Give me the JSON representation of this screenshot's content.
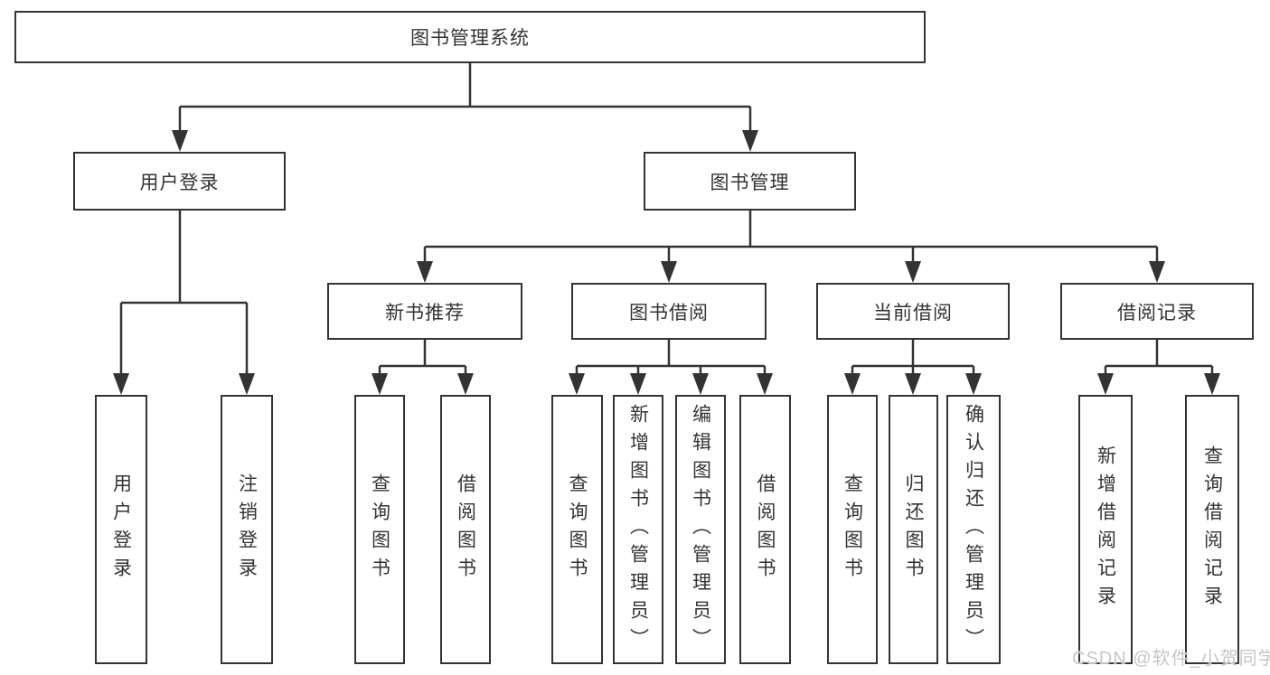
{
  "tree": {
    "label": "图书管理系统",
    "children": [
      {
        "label": "用户登录",
        "children": [
          {
            "label": "用户登录"
          },
          {
            "label": "注销登录"
          }
        ]
      },
      {
        "label": "图书管理",
        "children": [
          {
            "label": "新书推荐",
            "children": [
              {
                "label": "查询图书"
              },
              {
                "label": "借阅图书"
              }
            ]
          },
          {
            "label": "图书借阅",
            "children": [
              {
                "label": "查询图书"
              },
              {
                "label": "新增图书（管理员）"
              },
              {
                "label": "编辑图书（管理员）"
              },
              {
                "label": "借阅图书"
              }
            ]
          },
          {
            "label": "当前借阅",
            "children": [
              {
                "label": "查询图书"
              },
              {
                "label": "归还图书"
              },
              {
                "label": "确认归还（管理员）"
              }
            ]
          },
          {
            "label": "借阅记录",
            "children": [
              {
                "label": "新增借阅记录"
              },
              {
                "label": "查询借阅记录"
              }
            ]
          }
        ]
      }
    ]
  },
  "watermark": "CSDN @软件_小贺同学",
  "colors": {
    "line": "#333333",
    "border": "#333333",
    "text": "#333333",
    "background": "#ffffff",
    "watermark": "#c6c6c6"
  }
}
